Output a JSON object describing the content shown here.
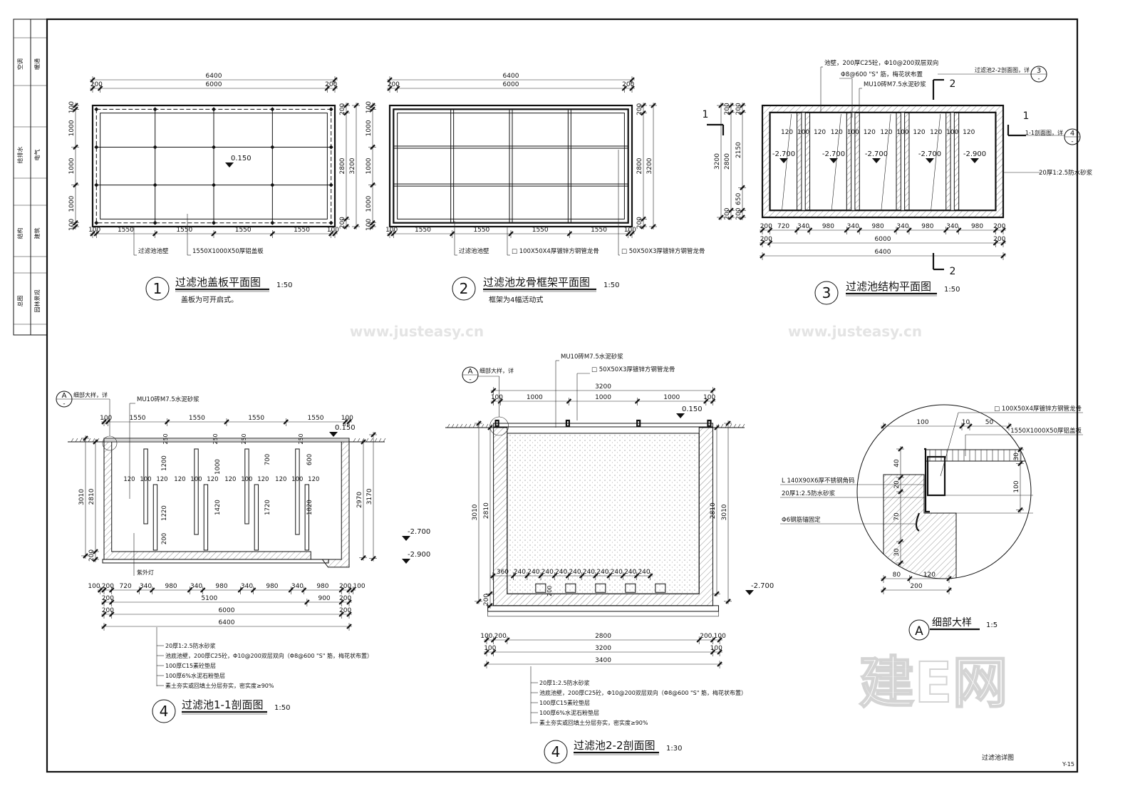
{
  "title_block": {
    "cells": [
      [
        "空调",
        "暖通"
      ],
      [
        "给排水",
        "电气"
      ],
      [
        "结构",
        "建筑"
      ],
      [
        "总图",
        "园林景观"
      ]
    ]
  },
  "plan1": {
    "number": "1",
    "title": "过滤池盖板平面图",
    "scale": "1:50",
    "note": "盖板为可开启式。",
    "dim_total": [
      6400
    ],
    "dim_top": [
      200,
      6000,
      200
    ],
    "dim_bottom": [
      100,
      1550,
      1550,
      1550,
      1550,
      100
    ],
    "dim_left": [
      100,
      1000,
      1000,
      1000,
      100
    ],
    "dim_right": [
      200,
      2800,
      200
    ],
    "dim_right_total": [
      3200
    ],
    "level": "0.150",
    "labels": [
      "过滤池池壁",
      "1550X1000X50厚铝盖板"
    ]
  },
  "plan2": {
    "number": "2",
    "title": "过滤池龙骨框架平面图",
    "scale": "1:50",
    "note": "框架为4幅活动式",
    "dim_total": [
      6400
    ],
    "dim_top": [
      200,
      6000,
      200
    ],
    "dim_bottom": [
      100,
      1550,
      1550,
      1550,
      1550,
      100
    ],
    "dim_left": [
      100,
      1000,
      1000,
      1000,
      100
    ],
    "dim_right": [
      200,
      2800,
      200
    ],
    "dim_right_total": [
      3200
    ],
    "labels": [
      "过滤池池壁",
      "□ 100X50X4厚镀锌方钢管龙骨",
      "□ 50X50X3厚镀锌方钢管龙骨"
    ]
  },
  "plan3": {
    "number": "3",
    "title": "过滤池结构平面图",
    "scale": "1:50",
    "dim_b1": [
      200,
      720,
      340,
      980,
      340,
      980,
      340,
      980,
      340,
      980,
      200
    ],
    "dim_b2": [
      200,
      6000,
      200
    ],
    "dim_b3": [
      6400
    ],
    "dim_left_outer": [
      3200
    ],
    "dim_left_mid": [
      200,
      2800,
      200
    ],
    "dim_left_inner": [
      200,
      2150,
      650,
      200
    ],
    "partition_dims": [
      "120",
      "100",
      "120"
    ],
    "levels": [
      "-2.700",
      "-2.700",
      "-2.700",
      "-2.700",
      "-2.900"
    ],
    "labels": [
      "池壁，200厚C25砼，Φ10@200双层双向",
      "Φ8@600 \"S\" 筋，梅花状布置",
      "MU10砖M7.5水泥砂浆",
      "20厚1:2.5防水砂浆"
    ],
    "section_1": "1",
    "section_2": "2",
    "ref_1": {
      "text": "1-1剖面图，详",
      "num": "4",
      "sub": "-"
    },
    "ref_2": {
      "text": "过滤池2-2剖面图，详",
      "num": "3",
      "sub": "-"
    }
  },
  "section1": {
    "number": "4",
    "title": "过滤池1-1剖面图",
    "scale": "1:50",
    "dim_top": [
      100,
      1550,
      1550,
      1550,
      1550,
      100
    ],
    "dim_left_outer": [
      3010
    ],
    "dim_left_inner": [
      2810,
      200
    ],
    "dim_right_inner": [
      2970
    ],
    "dim_right_outer": [
      3170
    ],
    "level_top": "0.150",
    "level_1": "-2.700",
    "level_2": "-2.900",
    "dim_b1": [
      100,
      200,
      720,
      340,
      980,
      340,
      980,
      340,
      980,
      340,
      980,
      200,
      100
    ],
    "dim_b2": [
      200,
      5100,
      900,
      200
    ],
    "dim_b3": [
      200,
      6000,
      200
    ],
    "dim_b4": [
      6400
    ],
    "partition_dims": [
      "120",
      "100",
      "120"
    ],
    "baffle_dims": [
      "250",
      "1200",
      "1220",
      "200",
      "1000",
      "1420",
      "700",
      "1720",
      "600",
      "1820"
    ],
    "labels": [
      "MU10砖M7.5水泥砂浆",
      "紫外灯"
    ],
    "ref": {
      "text": "细部大样，详",
      "num": "A",
      "sub": "-"
    },
    "materials": [
      "20厚1:2.5防水砂浆",
      "池底池壁，200厚C25砼，Φ10@200双层双向（Φ8@600 \"S\" 筋，梅花状布置）",
      "100厚C15素砼垫层",
      "100厚6%水泥石粉垫层",
      "素土夯实或回填土分层夯实，密实度≥90%"
    ]
  },
  "section2": {
    "number": "4",
    "title": "过滤池2-2剖面图",
    "scale": "1:30",
    "dim_top_total": [
      3200
    ],
    "dim_top": [
      100,
      1000,
      1000,
      1000,
      100
    ],
    "dim_left_outer": [
      3010
    ],
    "dim_left_inner": [
      2810,
      200
    ],
    "dim_right_inner": [
      2810
    ],
    "dim_right_outer": [
      3010
    ],
    "dim_inner_bottom": [
      360,
      240,
      240,
      240,
      240,
      240,
      240,
      240,
      240,
      240,
      240
    ],
    "dim_inner_200": "200",
    "level_top": "0.150",
    "level_1": "-2.700",
    "dim_b1": [
      100,
      200,
      2800,
      200,
      100
    ],
    "dim_b2": [
      100,
      3200,
      100
    ],
    "dim_b3": [
      3400
    ],
    "labels": [
      "MU10砖M7.5水泥砂浆",
      "□ 50X50X3厚镀锌方钢管龙骨"
    ],
    "ref": {
      "text": "细部大样，详",
      "num": "A",
      "sub": "-"
    },
    "materials": [
      "20厚1:2.5防水砂浆",
      "池底池壁，200厚C25砼，Φ10@200双层双向（Φ8@600 \"S\" 筋，梅花状布置）",
      "100厚C15素砼垫层",
      "100厚6%水泥石粉垫层",
      "素土夯实或回填土分层夯实，密实度≥90%"
    ]
  },
  "detail": {
    "label": "A",
    "title": "细部大样",
    "scale": "1:5",
    "dims_top": [
      100,
      10,
      50
    ],
    "dims_left": [
      40,
      20,
      70,
      30
    ],
    "dims_right": [
      30,
      100
    ],
    "dims_bottom": [
      80,
      120
    ],
    "dims_bottom_total": [
      200
    ],
    "labels": [
      "□ 100X50X4厚镀锌方钢管龙骨",
      "1550X1000X50厚铝盖板",
      "L 140X90X6厚不锈钢角码",
      "20厚1:2.5防水砂浆",
      "Φ6钢筋锚固定"
    ]
  },
  "sheet": {
    "name": "过滤池详图",
    "number": "Y-15"
  },
  "watermark": {
    "logo": "建E网",
    "url": "www.justeasy.cn"
  }
}
